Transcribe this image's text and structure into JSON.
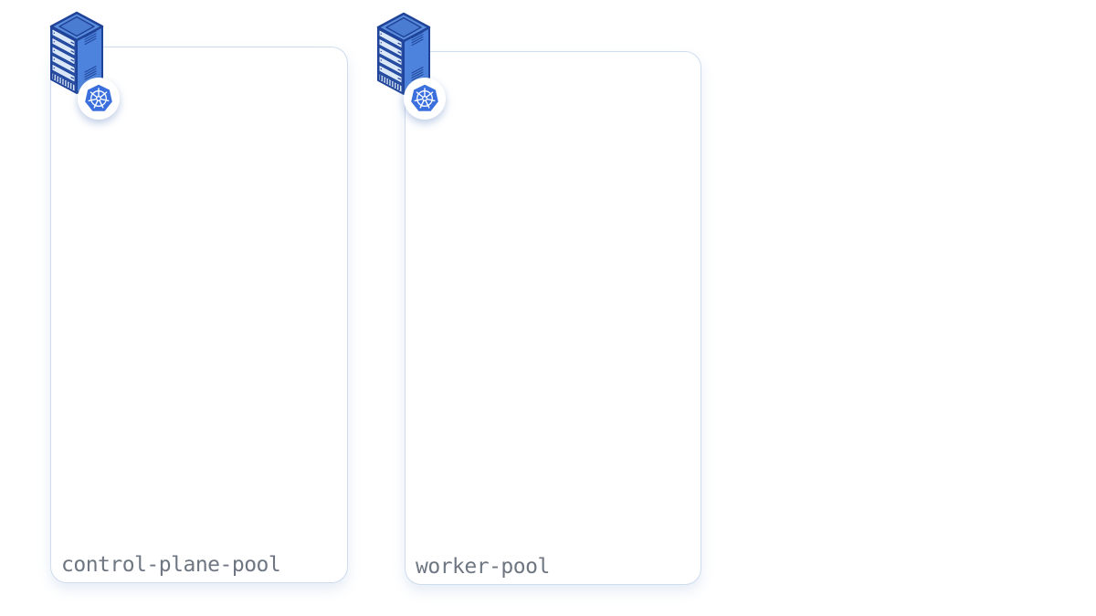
{
  "diagram": {
    "type": "kubernetes-cluster-node-pools"
  },
  "pools": [
    {
      "name": "control-plane-pool",
      "icons": [
        "server-tower-icon",
        "kubernetes-icon"
      ]
    },
    {
      "name": "worker-pool",
      "icons": [
        "server-tower-icon",
        "kubernetes-icon"
      ]
    }
  ],
  "colors": {
    "page_bg": "#ffffff",
    "card_bg": "#ffffff",
    "card_border": "#cfdcee",
    "label_text": "#6e7681",
    "server_navy": "#1f4398",
    "server_left_face": "#2a52a8",
    "server_right_face": "#4d83dc",
    "server_top_face": "#5b8ddd",
    "server_top_inner": "#4a7cd2",
    "server_tray": "#d9e7f8",
    "kubernetes_blue": "#3a6fdd",
    "badge_bg": "#ffffff"
  }
}
